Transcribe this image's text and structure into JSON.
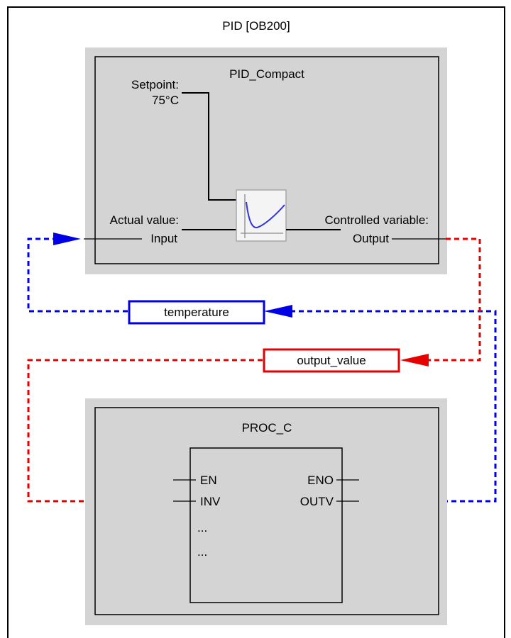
{
  "ob_block": {
    "title": "PID [OB200]"
  },
  "pid_compact": {
    "title": "PID_Compact",
    "setpoint_label": "Setpoint:",
    "setpoint_value": "75°C",
    "actual_value_label": "Actual value:",
    "input_pin": "Input",
    "controlled_variable_label": "Controlled variable:",
    "output_pin": "Output"
  },
  "tags": {
    "temperature": "temperature",
    "output_value": "output_value"
  },
  "proc_c": {
    "title": "PROC_C",
    "pins_left": [
      "EN",
      "INV",
      "...",
      "..."
    ],
    "pins_right": [
      "ENO",
      "OUTV"
    ]
  },
  "colors": {
    "temperature_wire": "#0000e6",
    "output_wire": "#e60000",
    "block_fill": "#d4d4d4"
  }
}
